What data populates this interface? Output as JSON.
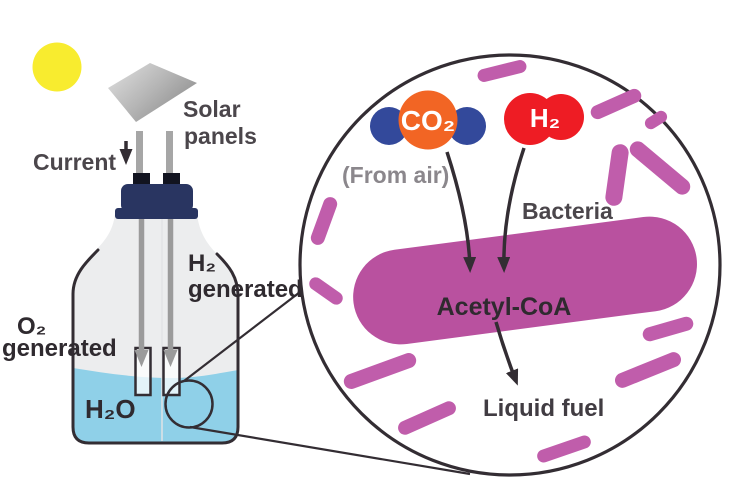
{
  "diagram_type": "solar-fuel-electrolysis-to-bacteria process diagram",
  "labels": {
    "solar_line1": "Solar",
    "solar_line2": "panels",
    "current": "Current",
    "h2_gen_line1": "H₂",
    "h2_gen_line2": "generated",
    "o2_gen_line1": "O₂",
    "o2_gen_line2": "generated",
    "water": "H₂O",
    "co2": "CO₂",
    "h2": "H₂",
    "from_air": "(From air)",
    "bacteria": "Bacteria",
    "acetyl_coa": "Acetyl-CoA",
    "liquid_fuel": "Liquid fuel"
  },
  "colors": {
    "sun_yellow": "#f8ec2f",
    "cap_navy": "#293561",
    "connector_black": "#121420",
    "bottle_gray": "#ecedee",
    "water_blue": "#8fd0e8",
    "wire_gray": "#a6a6a6",
    "current_arrow_gray": "#9b9b9b",
    "outline_dark": "#332d33",
    "co2_orange": "#f26524",
    "co2_blue": "#33499b",
    "h2_red": "#ee1c24",
    "rod_magenta": "#c05dab",
    "bacterium_magenta": "#b9519f"
  }
}
